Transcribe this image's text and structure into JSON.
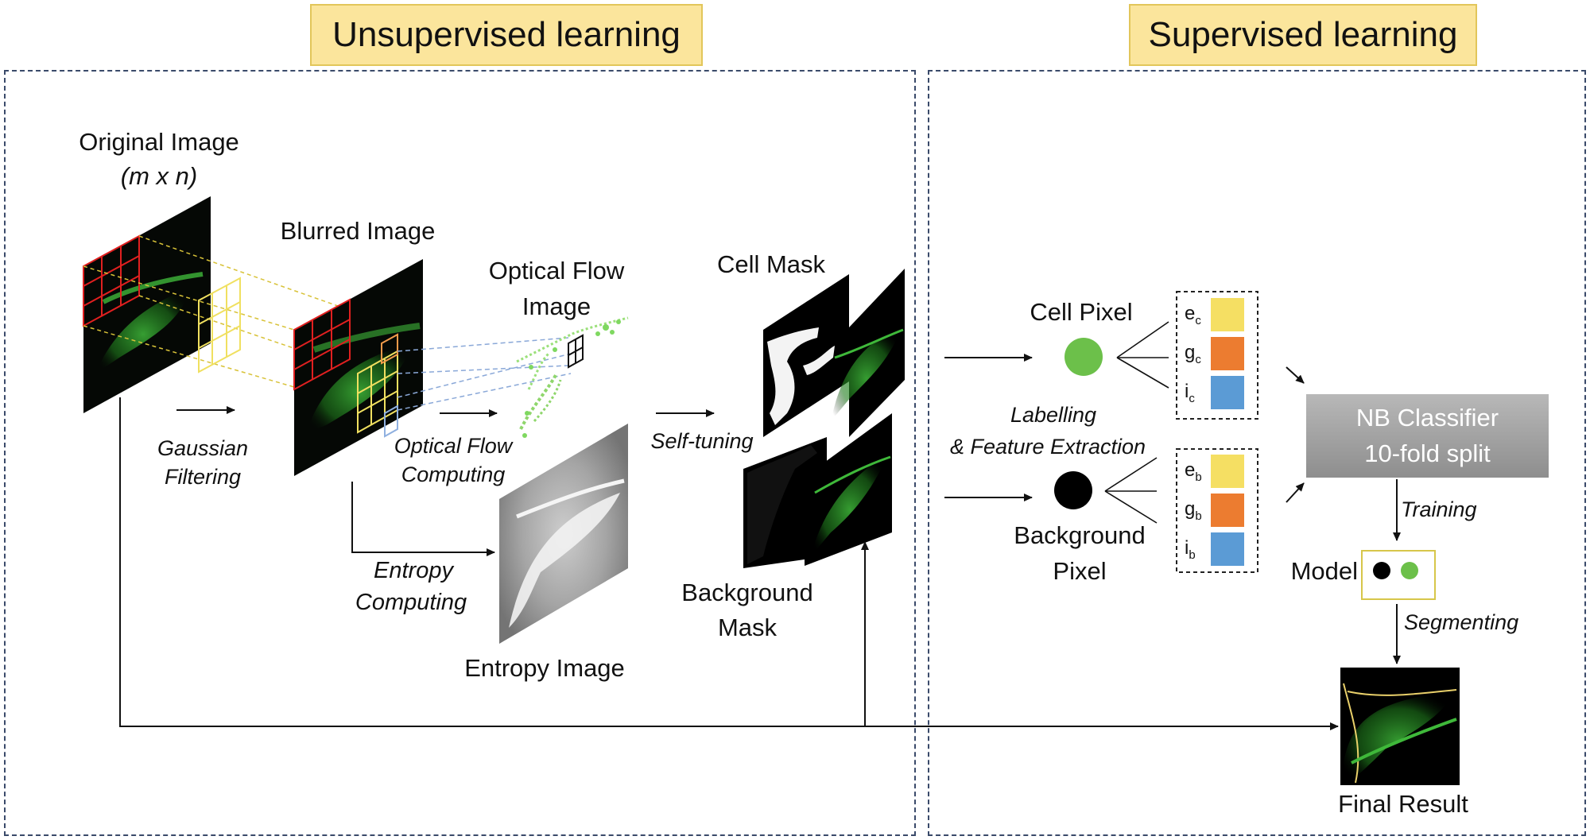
{
  "headers": {
    "unsupervised": "Unsupervised learning",
    "supervised": "Supervised learning"
  },
  "labels": {
    "original_image": "Original Image",
    "original_dims": "(m x n)",
    "blurred_image": "Blurred Image",
    "optical_flow_image_1": "Optical Flow",
    "optical_flow_image_2": "Image",
    "cell_mask": "Cell Mask",
    "background_mask_1": "Background",
    "background_mask_2": "Mask",
    "entropy_image": "Entropy Image",
    "cell_pixel": "Cell Pixel",
    "background_pixel_1": "Background",
    "background_pixel_2": "Pixel",
    "model": "Model",
    "final_result": "Final Result"
  },
  "steps": {
    "gaussian_1": "Gaussian",
    "gaussian_2": "Filtering",
    "optical_flow_computing_1": "Optical Flow",
    "optical_flow_computing_2": "Computing",
    "entropy_computing_1": "Entropy",
    "entropy_computing_2": "Computing",
    "self_tuning": "Self-tuning",
    "labelling_1": "Labelling",
    "labelling_2": "& Feature Extraction",
    "training": "Training",
    "segmenting": "Segmenting"
  },
  "classifier": {
    "line1": "NB Classifier",
    "line2": "10-fold split"
  },
  "features": {
    "cell": [
      {
        "base": "e",
        "sub": "c",
        "color": "#f5df63"
      },
      {
        "base": "g",
        "sub": "c",
        "color": "#ec7c30"
      },
      {
        "base": "i",
        "sub": "c",
        "color": "#5b9bd5"
      }
    ],
    "background": [
      {
        "base": "e",
        "sub": "b",
        "color": "#f5df63"
      },
      {
        "base": "g",
        "sub": "b",
        "color": "#ec7c30"
      },
      {
        "base": "i",
        "sub": "b",
        "color": "#5b9bd5"
      }
    ]
  },
  "colors": {
    "cell_green": "#6cc04a",
    "background_black": "#000000",
    "cell_image_green": "#3fb83a",
    "grid_red": "#e02020",
    "grid_yellow": "#f0e060"
  }
}
